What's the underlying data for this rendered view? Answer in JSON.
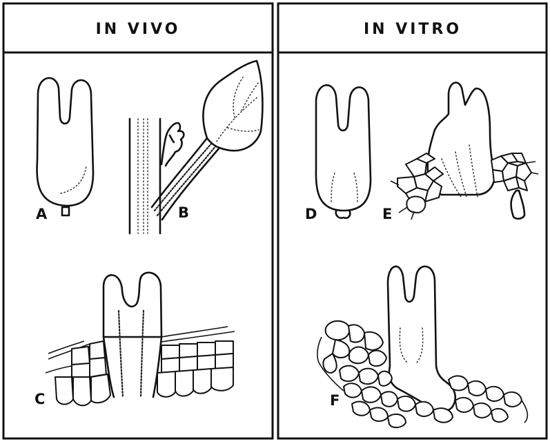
{
  "panels": {
    "left": {
      "title": "IN VIVO"
    },
    "right": {
      "title": "IN VITRO"
    }
  },
  "labels": {
    "a": "A",
    "b": "B",
    "c": "C",
    "d": "D",
    "e": "E",
    "f": "F"
  },
  "colors": {
    "ink": "#111111",
    "paper": "#ffffff"
  }
}
